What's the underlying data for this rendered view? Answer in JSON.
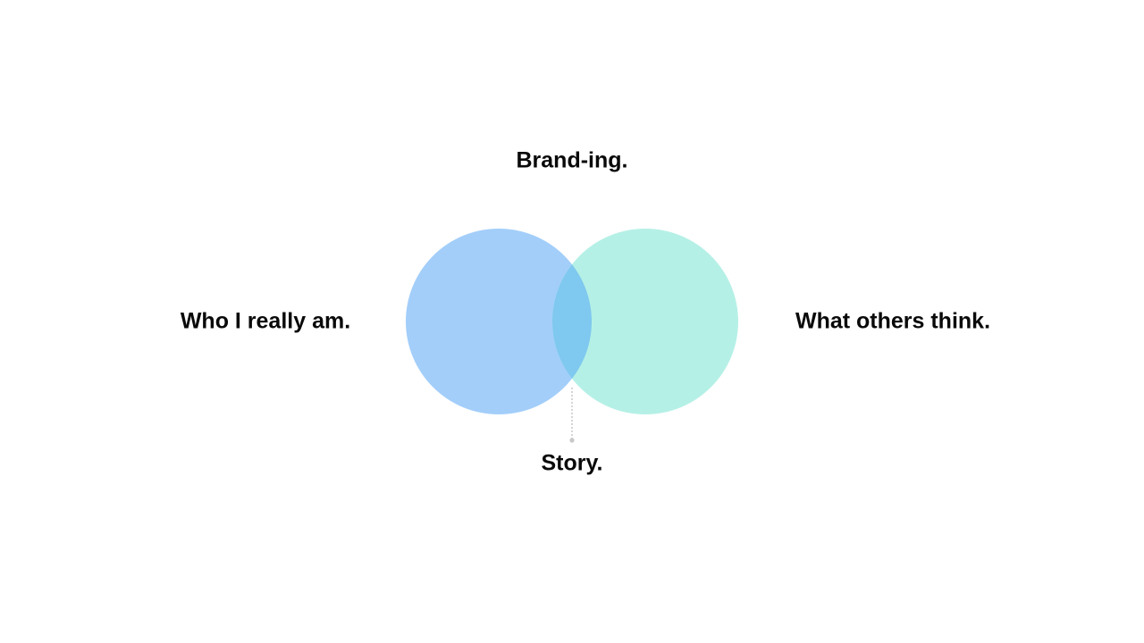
{
  "diagram": {
    "title": "Brand-ing.",
    "left_circle_label": "Who I really am.",
    "right_circle_label": "What others think.",
    "intersection_label": "Story."
  },
  "colors": {
    "left_circle": "#a3cefa",
    "right_circle": "#b5f0e6",
    "intersection": "#7fc8ef",
    "connector": "#c8c8c8",
    "text": "#0a0a0a",
    "background": "#ffffff"
  }
}
